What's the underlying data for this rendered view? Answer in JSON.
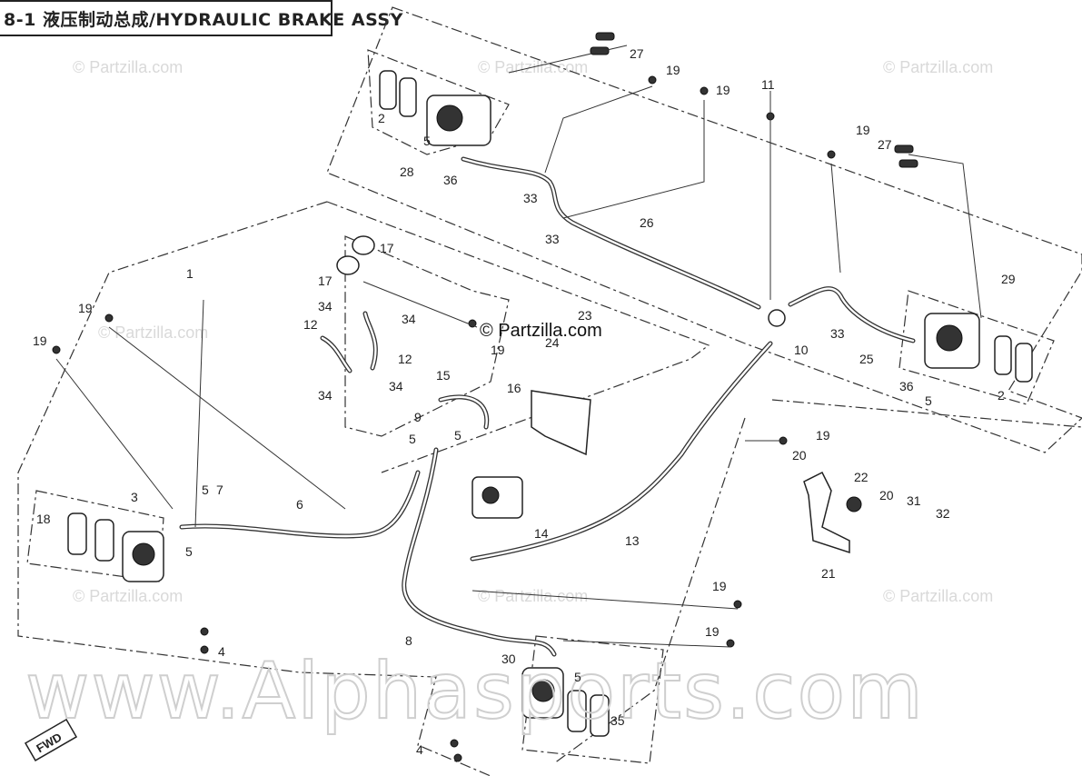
{
  "header": {
    "title": "8-1 液压制动总成/HYDRAULIC BRAKE ASSY"
  },
  "watermarks": {
    "small": "© Partzilla.com",
    "center": "© Partzilla.com",
    "big": "www.Alphasports.com"
  },
  "callouts": [
    {
      "id": "c27a",
      "label": "27"
    },
    {
      "id": "c19a",
      "label": "19"
    },
    {
      "id": "c19b",
      "label": "19"
    },
    {
      "id": "c11",
      "label": "11"
    },
    {
      "id": "c2a",
      "label": "2"
    },
    {
      "id": "c5a",
      "label": "5"
    },
    {
      "id": "c28",
      "label": "28"
    },
    {
      "id": "c36a",
      "label": "36"
    },
    {
      "id": "c33a",
      "label": "33"
    },
    {
      "id": "c33b",
      "label": "33"
    },
    {
      "id": "c26",
      "label": "26"
    },
    {
      "id": "c19c",
      "label": "19"
    },
    {
      "id": "c27b",
      "label": "27"
    },
    {
      "id": "c29",
      "label": "29"
    },
    {
      "id": "c17a",
      "label": "17"
    },
    {
      "id": "c17b",
      "label": "17"
    },
    {
      "id": "c34a",
      "label": "34"
    },
    {
      "id": "c34b",
      "label": "34"
    },
    {
      "id": "c12a",
      "label": "12"
    },
    {
      "id": "c12b",
      "label": "12"
    },
    {
      "id": "c34c",
      "label": "34"
    },
    {
      "id": "c34d",
      "label": "34"
    },
    {
      "id": "c19d",
      "label": "19"
    },
    {
      "id": "c23",
      "label": "23"
    },
    {
      "id": "c24",
      "label": "24"
    },
    {
      "id": "c1",
      "label": "1"
    },
    {
      "id": "c19e",
      "label": "19"
    },
    {
      "id": "c19f",
      "label": "19"
    },
    {
      "id": "c10",
      "label": "10"
    },
    {
      "id": "c33c",
      "label": "33"
    },
    {
      "id": "c25",
      "label": "25"
    },
    {
      "id": "c36b",
      "label": "36"
    },
    {
      "id": "c5b",
      "label": "5"
    },
    {
      "id": "c2b",
      "label": "2"
    },
    {
      "id": "c15",
      "label": "15"
    },
    {
      "id": "c16",
      "label": "16"
    },
    {
      "id": "c9",
      "label": "9"
    },
    {
      "id": "c5c",
      "label": "5"
    },
    {
      "id": "c5d",
      "label": "5"
    },
    {
      "id": "c19g",
      "label": "19"
    },
    {
      "id": "c20a",
      "label": "20"
    },
    {
      "id": "c22",
      "label": "22"
    },
    {
      "id": "c20b",
      "label": "20"
    },
    {
      "id": "c31",
      "label": "31"
    },
    {
      "id": "c32",
      "label": "32"
    },
    {
      "id": "c3",
      "label": "3"
    },
    {
      "id": "c5e",
      "label": "5"
    },
    {
      "id": "c7",
      "label": "7"
    },
    {
      "id": "c6",
      "label": "6"
    },
    {
      "id": "c18",
      "label": "18"
    },
    {
      "id": "c5f",
      "label": "5"
    },
    {
      "id": "c14",
      "label": "14"
    },
    {
      "id": "c13",
      "label": "13"
    },
    {
      "id": "c21",
      "label": "21"
    },
    {
      "id": "c4a",
      "label": "4"
    },
    {
      "id": "c8",
      "label": "8"
    },
    {
      "id": "c19h",
      "label": "19"
    },
    {
      "id": "c19i",
      "label": "19"
    },
    {
      "id": "c30",
      "label": "30"
    },
    {
      "id": "c5g",
      "label": "5"
    },
    {
      "id": "c35",
      "label": "35"
    },
    {
      "id": "c4b",
      "label": "4"
    }
  ],
  "fwd_badge": "FWD"
}
